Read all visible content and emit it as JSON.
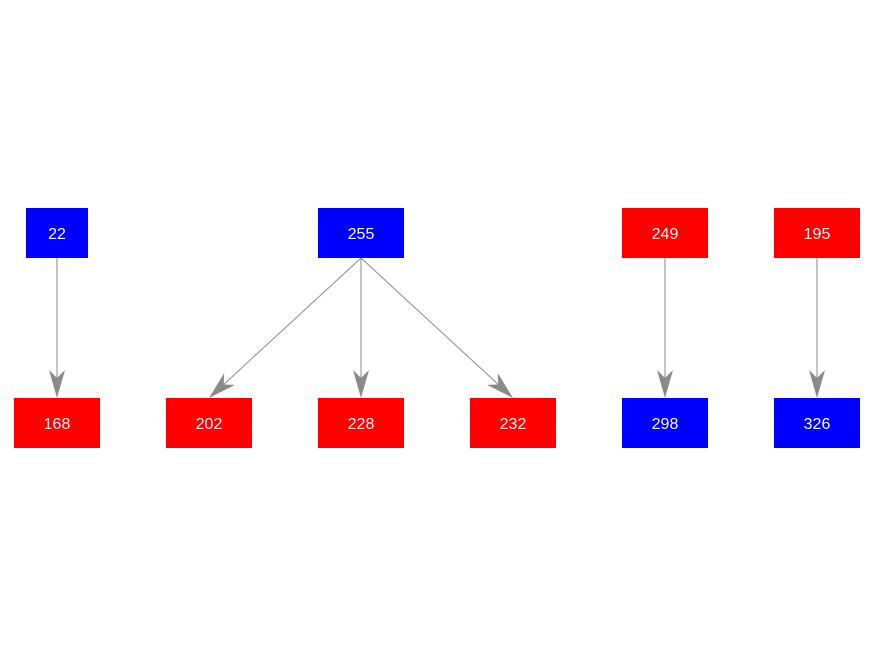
{
  "colors": {
    "blue": "#0000ff",
    "red": "#ff0000",
    "edge": "#8a8a8a",
    "label": "#ffffff"
  },
  "nodes": [
    {
      "id": "n22",
      "label": "22",
      "color": "blue"
    },
    {
      "id": "n255",
      "label": "255",
      "color": "blue"
    },
    {
      "id": "n249",
      "label": "249",
      "color": "red"
    },
    {
      "id": "n195",
      "label": "195",
      "color": "red"
    },
    {
      "id": "n168",
      "label": "168",
      "color": "red"
    },
    {
      "id": "n202",
      "label": "202",
      "color": "red"
    },
    {
      "id": "n228",
      "label": "228",
      "color": "red"
    },
    {
      "id": "n232",
      "label": "232",
      "color": "red"
    },
    {
      "id": "n298",
      "label": "298",
      "color": "blue"
    },
    {
      "id": "n326",
      "label": "326",
      "color": "blue"
    }
  ],
  "edges": [
    {
      "from": "n22",
      "to": "n168"
    },
    {
      "from": "n255",
      "to": "n202"
    },
    {
      "from": "n255",
      "to": "n228"
    },
    {
      "from": "n255",
      "to": "n232"
    },
    {
      "from": "n249",
      "to": "n298"
    },
    {
      "from": "n195",
      "to": "n326"
    }
  ]
}
